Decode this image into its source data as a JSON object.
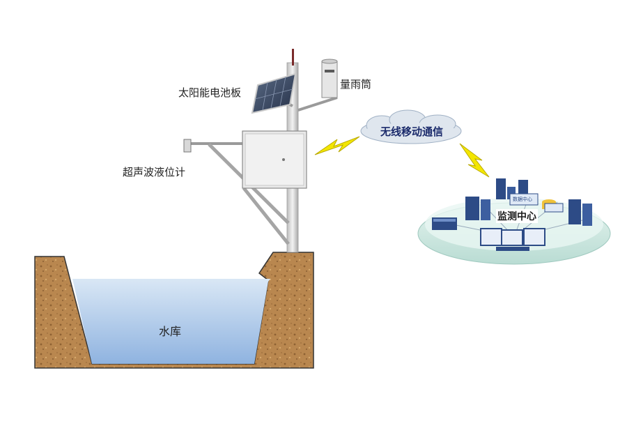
{
  "labels": {
    "solar_panel": "太阳能电池板",
    "rain_gauge": "量雨筒",
    "ultrasonic_level_meter": "超声波液位计",
    "wireless_comm": "无线移动通信",
    "monitoring_center": "监测中心",
    "data_center": "数据中心",
    "reservoir": "水库"
  },
  "colors": {
    "soil": "#b9874f",
    "water_top": "#cfe0f1",
    "water_bottom": "#8fb6e2",
    "pole": "#d9d9d9",
    "cabinet": "#e8e8e8",
    "lightning": "#f2e600",
    "cloud": "#dfe6ee",
    "platform": "#cfe8e1",
    "server": "#2d4b86"
  }
}
